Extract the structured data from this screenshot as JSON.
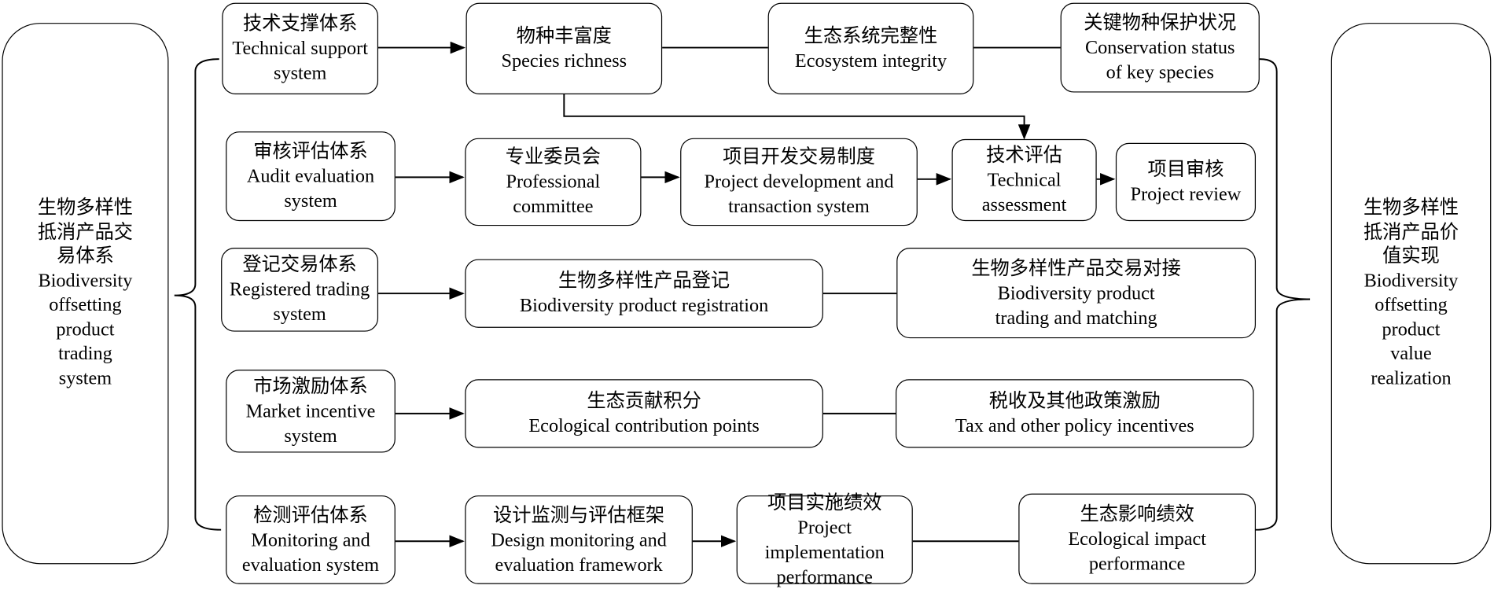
{
  "left_panel": {
    "lines": [
      "生物多样性",
      "抵消产品交",
      "易体系",
      "Biodiversity",
      "offsetting",
      "product",
      "trading",
      "system"
    ]
  },
  "right_panel": {
    "lines": [
      "生物多样性",
      "抵消产品价",
      "值实现",
      "Biodiversity",
      "offsetting",
      "product",
      "value",
      "realization"
    ]
  },
  "rows": [
    {
      "system": [
        "技术支撑体系",
        "Technical support",
        "system"
      ],
      "nodes": [
        [
          "物种丰富度",
          "Species richness"
        ],
        [
          "生态系统完整性",
          "Ecosystem integrity"
        ],
        [
          "关键物种保护状况",
          "Conservation status",
          "of key species"
        ]
      ]
    },
    {
      "system": [
        "审核评估体系",
        "Audit evaluation",
        "system"
      ],
      "nodes": [
        [
          "专业委员会",
          "Professional",
          "committee"
        ],
        [
          "项目开发交易制度",
          "Project development and",
          "transaction system"
        ],
        [
          "技术评估",
          "Technical",
          "assessment"
        ],
        [
          "项目审核",
          "Project review"
        ]
      ]
    },
    {
      "system": [
        "登记交易体系",
        "Registered trading",
        "system"
      ],
      "nodes": [
        [
          "生物多样性产品登记",
          "Biodiversity product registration"
        ],
        [
          "生物多样性产品交易对接",
          "Biodiversity product",
          "trading and matching"
        ]
      ]
    },
    {
      "system": [
        "市场激励体系",
        "Market incentive",
        "system"
      ],
      "nodes": [
        [
          "生态贡献积分",
          "Ecological contribution points"
        ],
        [
          "税收及其他政策激励",
          "Tax and other policy incentives"
        ]
      ]
    },
    {
      "system": [
        "检测评估体系",
        "Monitoring and",
        "evaluation system"
      ],
      "nodes": [
        [
          "设计监测与评估框架",
          "Design monitoring and",
          "evaluation framework"
        ],
        [
          "项目实施绩效",
          "Project implementation",
          "performance"
        ],
        [
          "生态影响绩效",
          "Ecological impact",
          "performance"
        ]
      ]
    }
  ]
}
